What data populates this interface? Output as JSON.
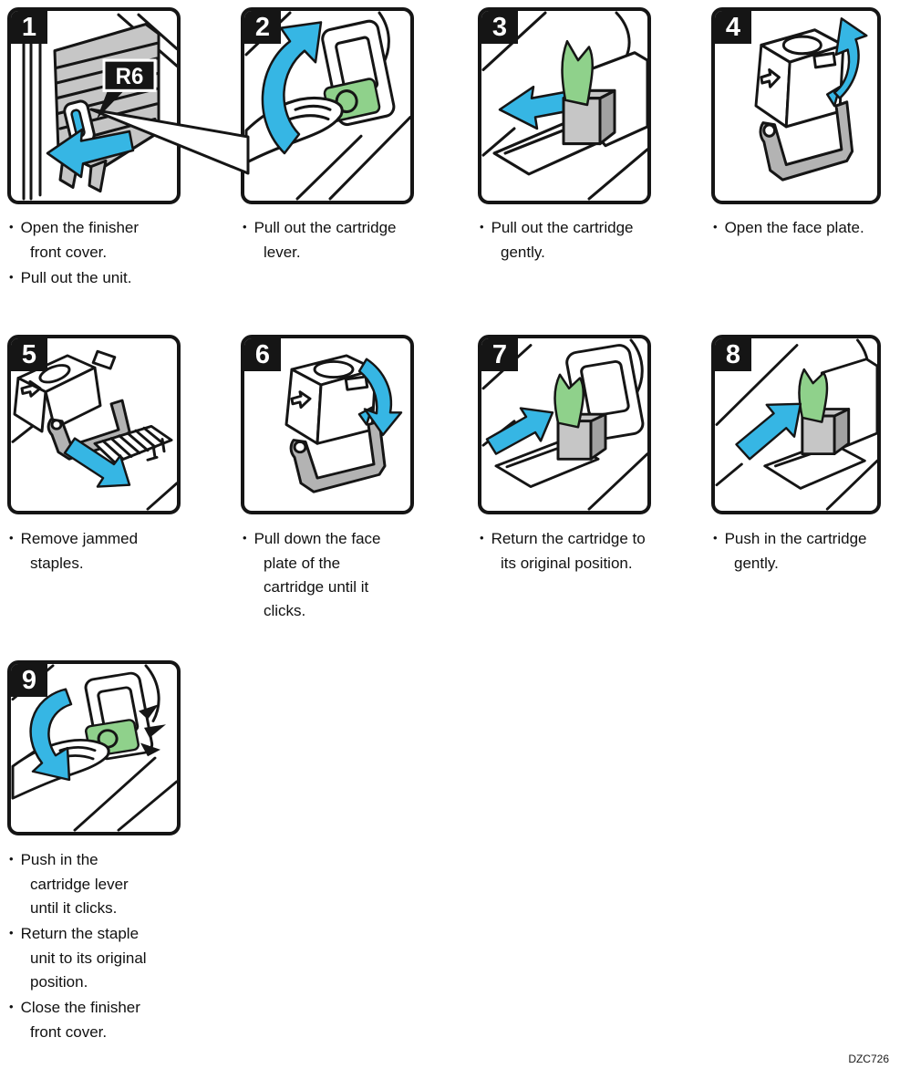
{
  "page": {
    "figure_code": "DZC726"
  },
  "colors": {
    "arrow_blue": "#36B6E4",
    "lever_green": "#8FD18B",
    "machine_gray": "#C6C6C6",
    "plate_gray": "#B3B3B3",
    "cartridge_gray": "#A6A6A6",
    "outline": "#151515"
  },
  "steps": [
    {
      "number": "1",
      "callout_label": "R6",
      "instructions": [
        "Open the finisher front cover.",
        "Pull out the unit."
      ]
    },
    {
      "number": "2",
      "instructions": [
        "Pull out the cartridge lever."
      ]
    },
    {
      "number": "3",
      "instructions": [
        "Pull out the cartridge gently."
      ]
    },
    {
      "number": "4",
      "instructions": [
        "Open the face plate."
      ]
    },
    {
      "number": "5",
      "instructions": [
        "Remove jammed staples."
      ]
    },
    {
      "number": "6",
      "instructions": [
        "Pull down the face plate of the cartridge until it clicks."
      ]
    },
    {
      "number": "7",
      "instructions": [
        "Return the cartridge to its original position."
      ]
    },
    {
      "number": "8",
      "instructions": [
        "Push in the cartridge gently."
      ]
    },
    {
      "number": "9",
      "instructions": [
        "Push in the cartridge lever until it clicks.",
        "Return the staple unit to its original position.",
        "Close the finisher front cover."
      ]
    }
  ]
}
